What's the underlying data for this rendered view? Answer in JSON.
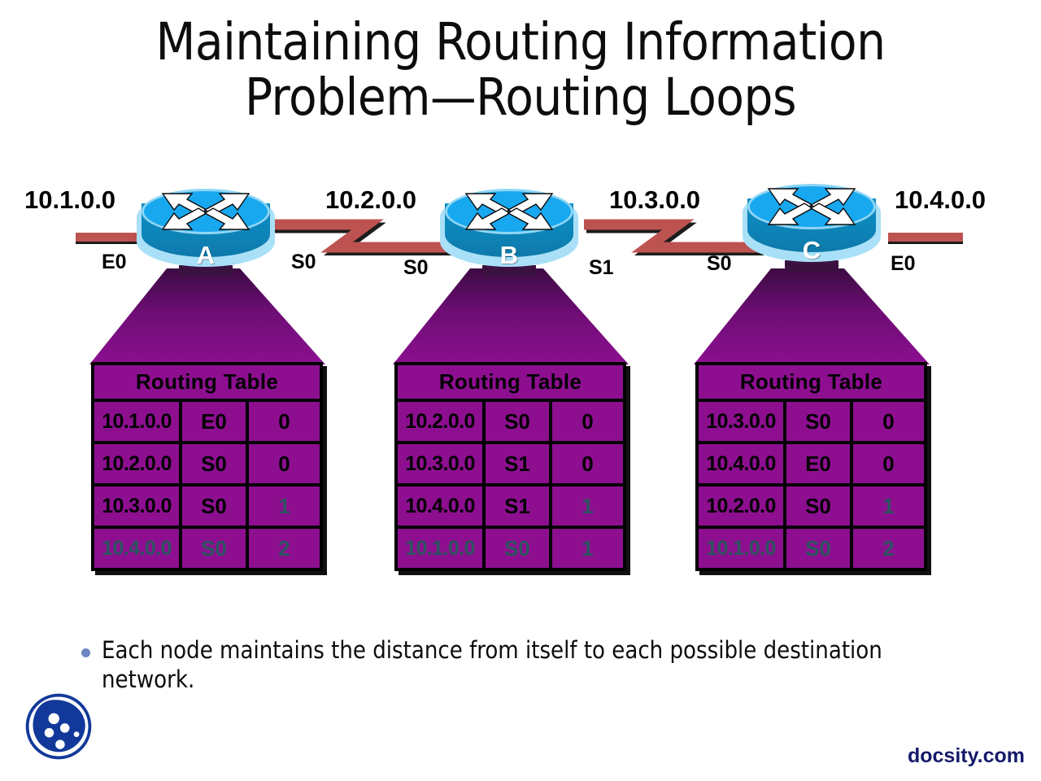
{
  "slide": {
    "title_line1": "Maintaining Routing Information",
    "title_line2": "Problem—Routing Loops",
    "background": "#ffffff"
  },
  "topology": {
    "networks": [
      {
        "id": "net-10-1",
        "label": "10.1.0.0"
      },
      {
        "id": "net-10-2",
        "label": "10.2.0.0"
      },
      {
        "id": "net-10-3",
        "label": "10.3.0.0"
      },
      {
        "id": "net-10-4",
        "label": "10.4.0.0"
      }
    ],
    "routers": [
      {
        "id": "router-a",
        "label": "A",
        "left_iface": "E0",
        "right_iface": "S0"
      },
      {
        "id": "router-b",
        "label": "B",
        "left_iface": "S0",
        "right_iface": "S1"
      },
      {
        "id": "router-c",
        "label": "C",
        "left_iface": "S0",
        "right_iface": "E0"
      }
    ],
    "colors": {
      "link": "#bd5350",
      "router_top": "#18a8ef",
      "router_body": "#0d86bb",
      "router_halo": "#a9e0f7",
      "funnel_top": "#3c0b42",
      "funnel_bottom": "#8d0f90"
    }
  },
  "routing_tables": [
    {
      "id": "routing-table-a",
      "header": "Routing Table",
      "rows": [
        {
          "network": "10.1.0.0",
          "interface": "E0",
          "metric": "0",
          "faded": false,
          "metric_dim": false
        },
        {
          "network": "10.2.0.0",
          "interface": "S0",
          "metric": "0",
          "faded": false,
          "metric_dim": false
        },
        {
          "network": "10.3.0.0",
          "interface": "S0",
          "metric": "1",
          "faded": false,
          "metric_dim": true
        },
        {
          "network": "10.4.0.0",
          "interface": "S0",
          "metric": "2",
          "faded": true,
          "metric_dim": true
        }
      ]
    },
    {
      "id": "routing-table-b",
      "header": "Routing Table",
      "rows": [
        {
          "network": "10.2.0.0",
          "interface": "S0",
          "metric": "0",
          "faded": false,
          "metric_dim": false
        },
        {
          "network": "10.3.0.0",
          "interface": "S1",
          "metric": "0",
          "faded": false,
          "metric_dim": false
        },
        {
          "network": "10.4.0.0",
          "interface": "S1",
          "metric": "1",
          "faded": false,
          "metric_dim": true
        },
        {
          "network": "10.1.0.0",
          "interface": "S0",
          "metric": "1",
          "faded": true,
          "metric_dim": true
        }
      ]
    },
    {
      "id": "routing-table-c",
      "header": "Routing Table",
      "rows": [
        {
          "network": "10.3.0.0",
          "interface": "S0",
          "metric": "0",
          "faded": false,
          "metric_dim": false
        },
        {
          "network": "10.4.0.0",
          "interface": "E0",
          "metric": "0",
          "faded": false,
          "metric_dim": false
        },
        {
          "network": "10.2.0.0",
          "interface": "S0",
          "metric": "1",
          "faded": false,
          "metric_dim": true
        },
        {
          "network": "10.1.0.0",
          "interface": "S0",
          "metric": "2",
          "faded": true,
          "metric_dim": true
        }
      ]
    }
  ],
  "bullets": [
    "Each node maintains the distance from itself to each possible destination network."
  ],
  "footer": {
    "brand": "docsity.com",
    "brand_color": "#151a6a",
    "logo_color": "#12399a"
  }
}
